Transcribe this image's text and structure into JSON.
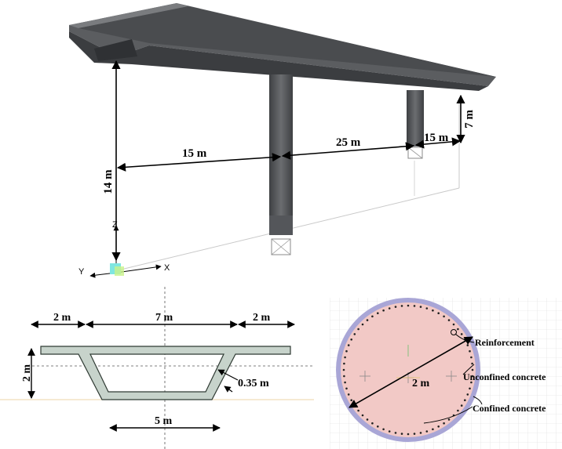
{
  "bridge_model": {
    "span_left": "15 m",
    "span_mid": "25 m",
    "span_right": "15 m",
    "pier_height_total": "14 m",
    "pier_height_short": "7 m",
    "axes": {
      "x": "X",
      "y": "Y",
      "z": "Z"
    }
  },
  "deck_section": {
    "cantilever_left": "2 m",
    "top_width": "7 m",
    "cantilever_right": "2 m",
    "depth": "2 m",
    "thickness": "0.35 m",
    "bottom_width": "5 m"
  },
  "pier_section": {
    "diameter": "2 m",
    "reinforcement": "Reinforcement",
    "unconfined": "Unconfined concrete",
    "confined": "Confined concrete"
  },
  "colors": {
    "deck": "#4a4c4f",
    "pier": "#5a5c5f",
    "section_fill": "#c7d3cb",
    "circle_fill": "#f2c9c6",
    "circle_ring": "#a9a6d6"
  }
}
